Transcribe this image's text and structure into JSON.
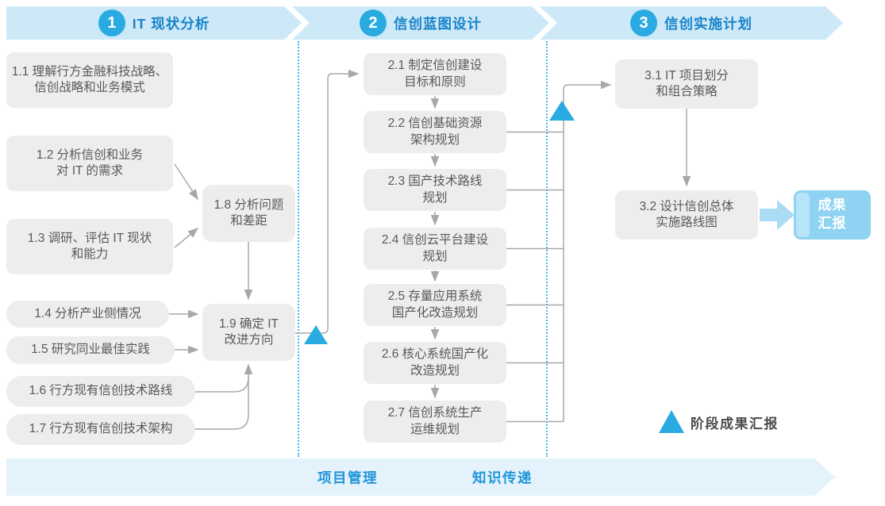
{
  "phases": [
    {
      "number": "1",
      "title": "IT 现状分析"
    },
    {
      "number": "2",
      "title": "信创蓝图设计"
    },
    {
      "number": "3",
      "title": "信创实施计划"
    }
  ],
  "phase1_boxes": [
    {
      "id": "1.1",
      "text": "1.1 理解行方金融科技战略、\n信创战略和业务模式"
    },
    {
      "id": "1.2",
      "text": "1.2 分析信创和业务\n对 IT 的需求"
    },
    {
      "id": "1.3",
      "text": "1.3 调研、评估 IT 现状\n和能力"
    },
    {
      "id": "1.4",
      "text": "1.4 分析产业侧情况"
    },
    {
      "id": "1.5",
      "text": "1.5 研究同业最佳实践"
    },
    {
      "id": "1.6",
      "text": "1.6 行方现有信创技术路线"
    },
    {
      "id": "1.7",
      "text": "1.7 行方现有信创技术架构"
    },
    {
      "id": "1.8",
      "text": "1.8 分析问题\n和差距"
    },
    {
      "id": "1.9",
      "text": "1.9 确定 IT\n改进方向"
    }
  ],
  "phase2_boxes": [
    {
      "id": "2.1",
      "text": "2.1 制定信创建设\n目标和原则"
    },
    {
      "id": "2.2",
      "text": "2.2 信创基础资源\n架构规划"
    },
    {
      "id": "2.3",
      "text": "2.3 国产技术路线\n规划"
    },
    {
      "id": "2.4",
      "text": "2.4 信创云平台建设\n规划"
    },
    {
      "id": "2.5",
      "text": "2.5 存量应用系统\n国产化改造规划"
    },
    {
      "id": "2.6",
      "text": "2.6 核心系统国产化\n改造规划"
    },
    {
      "id": "2.7",
      "text": "2.7 信创系统生产\n运维规划"
    }
  ],
  "phase3_boxes": [
    {
      "id": "3.1",
      "text": "3.1 IT 项目划分\n和组合策略"
    },
    {
      "id": "3.2",
      "text": "3.2 设计信创总体\n实施路线图"
    }
  ],
  "result_box": {
    "text": "成果\n汇报"
  },
  "legend": {
    "label": "阶段成果汇报"
  },
  "footer": {
    "items": [
      {
        "label": "项目管理"
      },
      {
        "label": "知识传递"
      }
    ]
  },
  "colors": {
    "accent_blue": "#29abe2",
    "banner_fill": "#cde8f7",
    "banner_text": "#1884c9",
    "footer_fill": "#e3f2fb",
    "footer_text": "#2196d9",
    "box_fill": "#ededee",
    "box_text": "#58595b",
    "connector_gray": "#a6a8ab",
    "result_fill": "#8fd3f2",
    "result_stripe": "#b7e4f8"
  }
}
